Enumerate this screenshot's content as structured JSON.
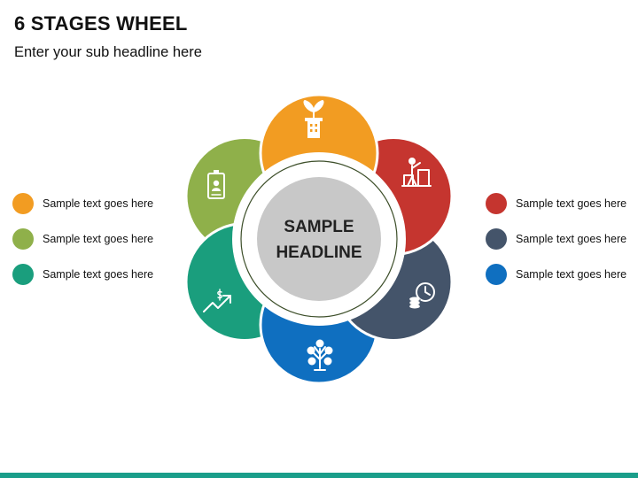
{
  "header": {
    "title": "6 STAGES WHEEL",
    "subtitle": "Enter your sub headline here"
  },
  "center": {
    "line1": "SAMPLE",
    "line2": "HEADLINE"
  },
  "stages": [
    {
      "color": "#f29c22",
      "icon": "building-plant-icon"
    },
    {
      "color": "#c5352f",
      "icon": "person-presenting-icon"
    },
    {
      "color": "#44546a",
      "icon": "coins-clock-icon"
    },
    {
      "color": "#0f6fc0",
      "icon": "money-tree-icon"
    },
    {
      "color": "#1a9e7d",
      "icon": "growth-arrow-icon"
    },
    {
      "color": "#8fb04a",
      "icon": "id-badge-icon"
    }
  ],
  "legend_left": [
    {
      "label": "Sample text goes here",
      "color": "#f29c22"
    },
    {
      "label": "Sample text goes here",
      "color": "#8fb04a"
    },
    {
      "label": "Sample text goes here",
      "color": "#1a9e7d"
    }
  ],
  "legend_right": [
    {
      "label": "Sample text goes here",
      "color": "#c5352f"
    },
    {
      "label": "Sample text goes here",
      "color": "#44546a"
    },
    {
      "label": "Sample text goes here",
      "color": "#0f6fc0"
    }
  ]
}
